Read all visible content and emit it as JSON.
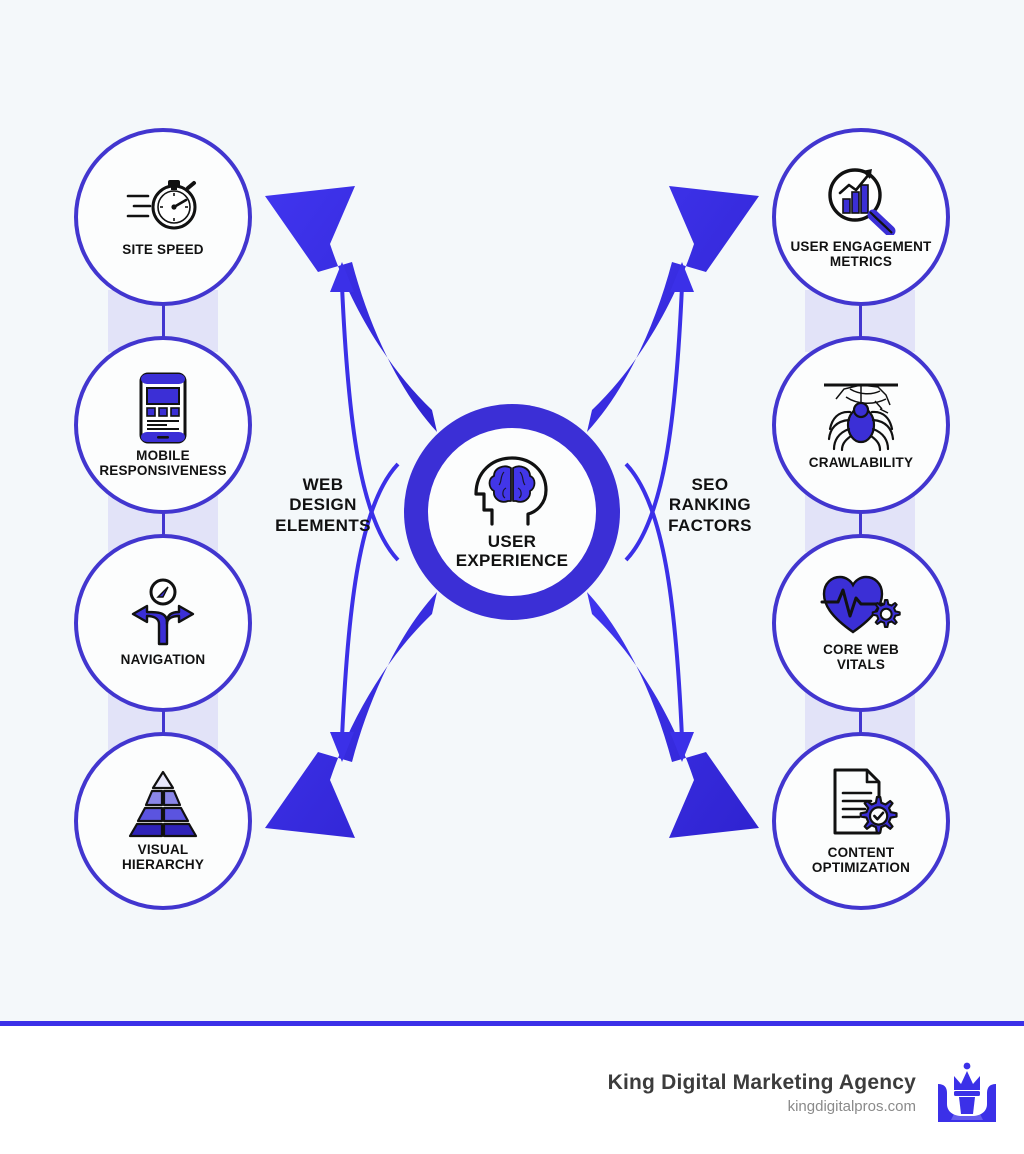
{
  "canvas": {
    "background": "#f4f8fa",
    "accent_blue": "#3b30e8",
    "circle_border": "#4236cf",
    "hub_ring": "#3b2fd6",
    "band_color": "#dcdcf7"
  },
  "center": {
    "label": "USER\nEXPERIENCE",
    "line1": "USER",
    "line2": "EXPERIENCE",
    "icon": "head-brain-icon"
  },
  "groups": {
    "left": {
      "label_lines": [
        "WEB",
        "DESIGN",
        "ELEMENTS"
      ],
      "label": "WEB DESIGN ELEMENTS"
    },
    "right": {
      "label_lines": [
        "SEO",
        "RANKING",
        "FACTORS"
      ],
      "label": "SEO RANKING FACTORS"
    }
  },
  "left_nodes": [
    {
      "label": "SITE SPEED",
      "lines": [
        "SITE SPEED"
      ],
      "icon": "stopwatch-icon"
    },
    {
      "label": "MOBILE RESPONSIVENESS",
      "lines": [
        "MOBILE",
        "RESPONSIVENESS"
      ],
      "icon": "smartphone-icon"
    },
    {
      "label": "NAVIGATION",
      "lines": [
        "NAVIGATION"
      ],
      "icon": "compass-arrows-icon"
    },
    {
      "label": "VISUAL HIERARCHY",
      "lines": [
        "VISUAL",
        "HIERARCHY"
      ],
      "icon": "pyramid-icon"
    }
  ],
  "right_nodes": [
    {
      "label": "USER ENGAGEMENT METRICS",
      "lines": [
        "USER ENGAGEMENT",
        "METRICS"
      ],
      "icon": "magnifier-chart-icon"
    },
    {
      "label": "CRAWLABILITY",
      "lines": [
        "CRAWLABILITY"
      ],
      "icon": "spider-web-icon"
    },
    {
      "label": "CORE WEB VITALS",
      "lines": [
        "CORE WEB",
        "VITALS"
      ],
      "icon": "heartbeat-gear-icon"
    },
    {
      "label": "CONTENT OPTIMIZATION",
      "lines": [
        "CONTENT",
        "OPTIMIZATION"
      ],
      "icon": "document-gear-check-icon"
    }
  ],
  "footer": {
    "brand": "King Digital Marketing Agency",
    "url": "kingdigitalpros.com",
    "logo": "crown-chess-piece-icon"
  }
}
